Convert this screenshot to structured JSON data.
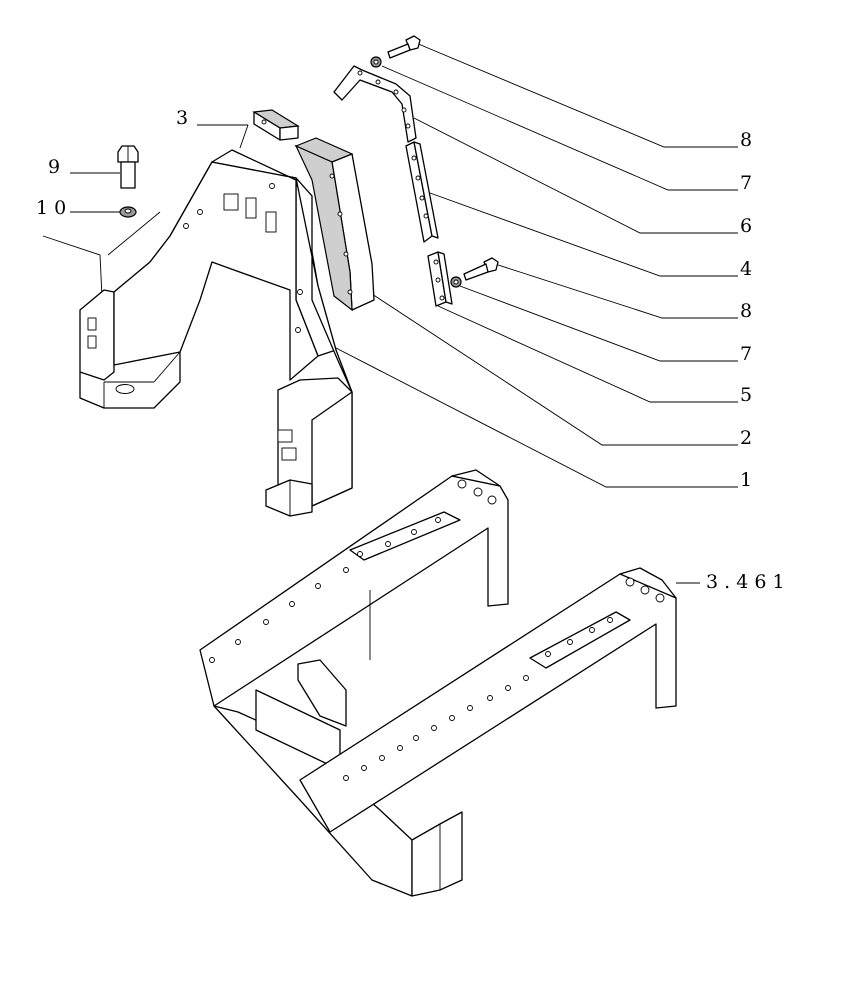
{
  "callouts": [
    {
      "id": "c3",
      "text": "3"
    },
    {
      "id": "c9",
      "text": "9"
    },
    {
      "id": "c10",
      "text": "1 0"
    },
    {
      "id": "c8a",
      "text": "8"
    },
    {
      "id": "c7a",
      "text": "7"
    },
    {
      "id": "c6",
      "text": "6"
    },
    {
      "id": "c4",
      "text": "4"
    },
    {
      "id": "c8b",
      "text": "8"
    },
    {
      "id": "c7b",
      "text": "7"
    },
    {
      "id": "c5",
      "text": "5"
    },
    {
      "id": "c2",
      "text": "2"
    },
    {
      "id": "c1",
      "text": "1"
    },
    {
      "id": "cref",
      "text": "3 . 4 6 1"
    }
  ]
}
